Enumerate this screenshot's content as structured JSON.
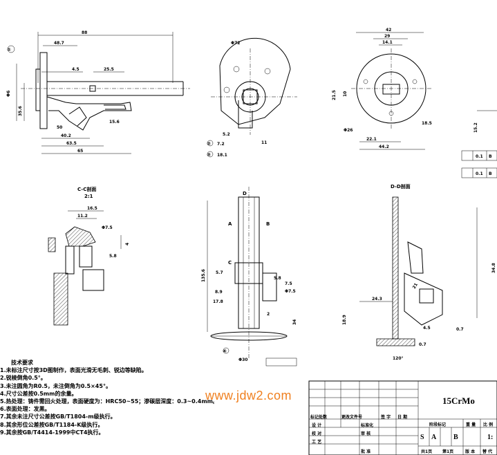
{
  "views": {
    "c_section_title": "C-C剖面",
    "c_section_scale": "2:1",
    "d_section_title": "D-D剖面"
  },
  "dimensions": {
    "top_overall": "88",
    "d42": "42",
    "r48_7": "48.7",
    "r25_5": "25.5",
    "r4_5": "4.5",
    "r15_6": "15.6",
    "r50": "50",
    "r40_2": "40.2",
    "r63_5": "63.5",
    "r65": "65",
    "phi6": "Φ6",
    "d35_6": "35.6",
    "phi72": "Φ72",
    "d5_2": "5.2",
    "d7_2": "7.2",
    "d11": "11",
    "d18_1": "18.1",
    "d29": "29",
    "d14_1": "14.1",
    "d10": "10",
    "d21_5": "21.5",
    "d18_5": "18.5",
    "phi26": "Φ26",
    "d22_1": "22.1",
    "d44_2": "44.2",
    "d4": "4",
    "d16_5": "16.5",
    "d11_2": "11.2",
    "phi7_5": "Φ7.5",
    "d5_8": "5.8",
    "d135_6": "135.6",
    "d5_7": "5.7",
    "d7_5": "7.5",
    "d8_9": "8.9",
    "d17_8": "17.8",
    "d2": "2",
    "d34": "34",
    "phi30": "Φ30",
    "d24_3": "24.3",
    "d4_5": "4.5",
    "d0_7": "0.7",
    "d120": "120°",
    "d18_9": "18.9",
    "d21": "21",
    "d15_2": "15.2",
    "d34_8": "34.8"
  },
  "markers": [
    "①",
    "②",
    "③",
    "④"
  ],
  "section_letters": [
    "A",
    "B",
    "C",
    "D"
  ],
  "tol": {
    "c1": "0.1",
    "c2": "B"
  },
  "notes": {
    "title": "技术要求",
    "lines": [
      "1.未标注尺寸按3D图制作，表面光滑无毛刺、锐边等缺陷。",
      "2.锐棱倒角0.5°。",
      "3.未注圆角为R0.5，未注倒角为0.5×45°。",
      "4.尺寸公差按0.5mm的余量。",
      "5.热处理：铸件需回火处理，表面硬度为：HRC50~55；渗碳层深度：0.3~0.4mm。",
      "6.表面处理：发黑。",
      "7.其余未注尺寸公差按GB/T1804-m级执行。",
      "8.其余形位公差按GB/T1184-K级执行。",
      "9.其余按GB/T4414-1999中CT4执行。"
    ]
  },
  "watermark": "www.jdw2.com",
  "title_block": {
    "material": "15CrMo",
    "row1": [
      "标记处数",
      "更改文件号",
      "签 字",
      "日 期"
    ],
    "design": "设 计",
    "std": "标准化",
    "check": "校 对",
    "review": "审 核",
    "craft": "工 艺",
    "approve": "批 准",
    "stage_mark": "阶段标记",
    "weight": "重 量",
    "ratio": "比 例",
    "stage_s": "S",
    "stage_a": "A",
    "stage_b": "B",
    "scale": "1:",
    "sheet_total": "共1页",
    "sheet_no": "第1页",
    "footer_a": "版 本",
    "footer_b": "替 代"
  }
}
